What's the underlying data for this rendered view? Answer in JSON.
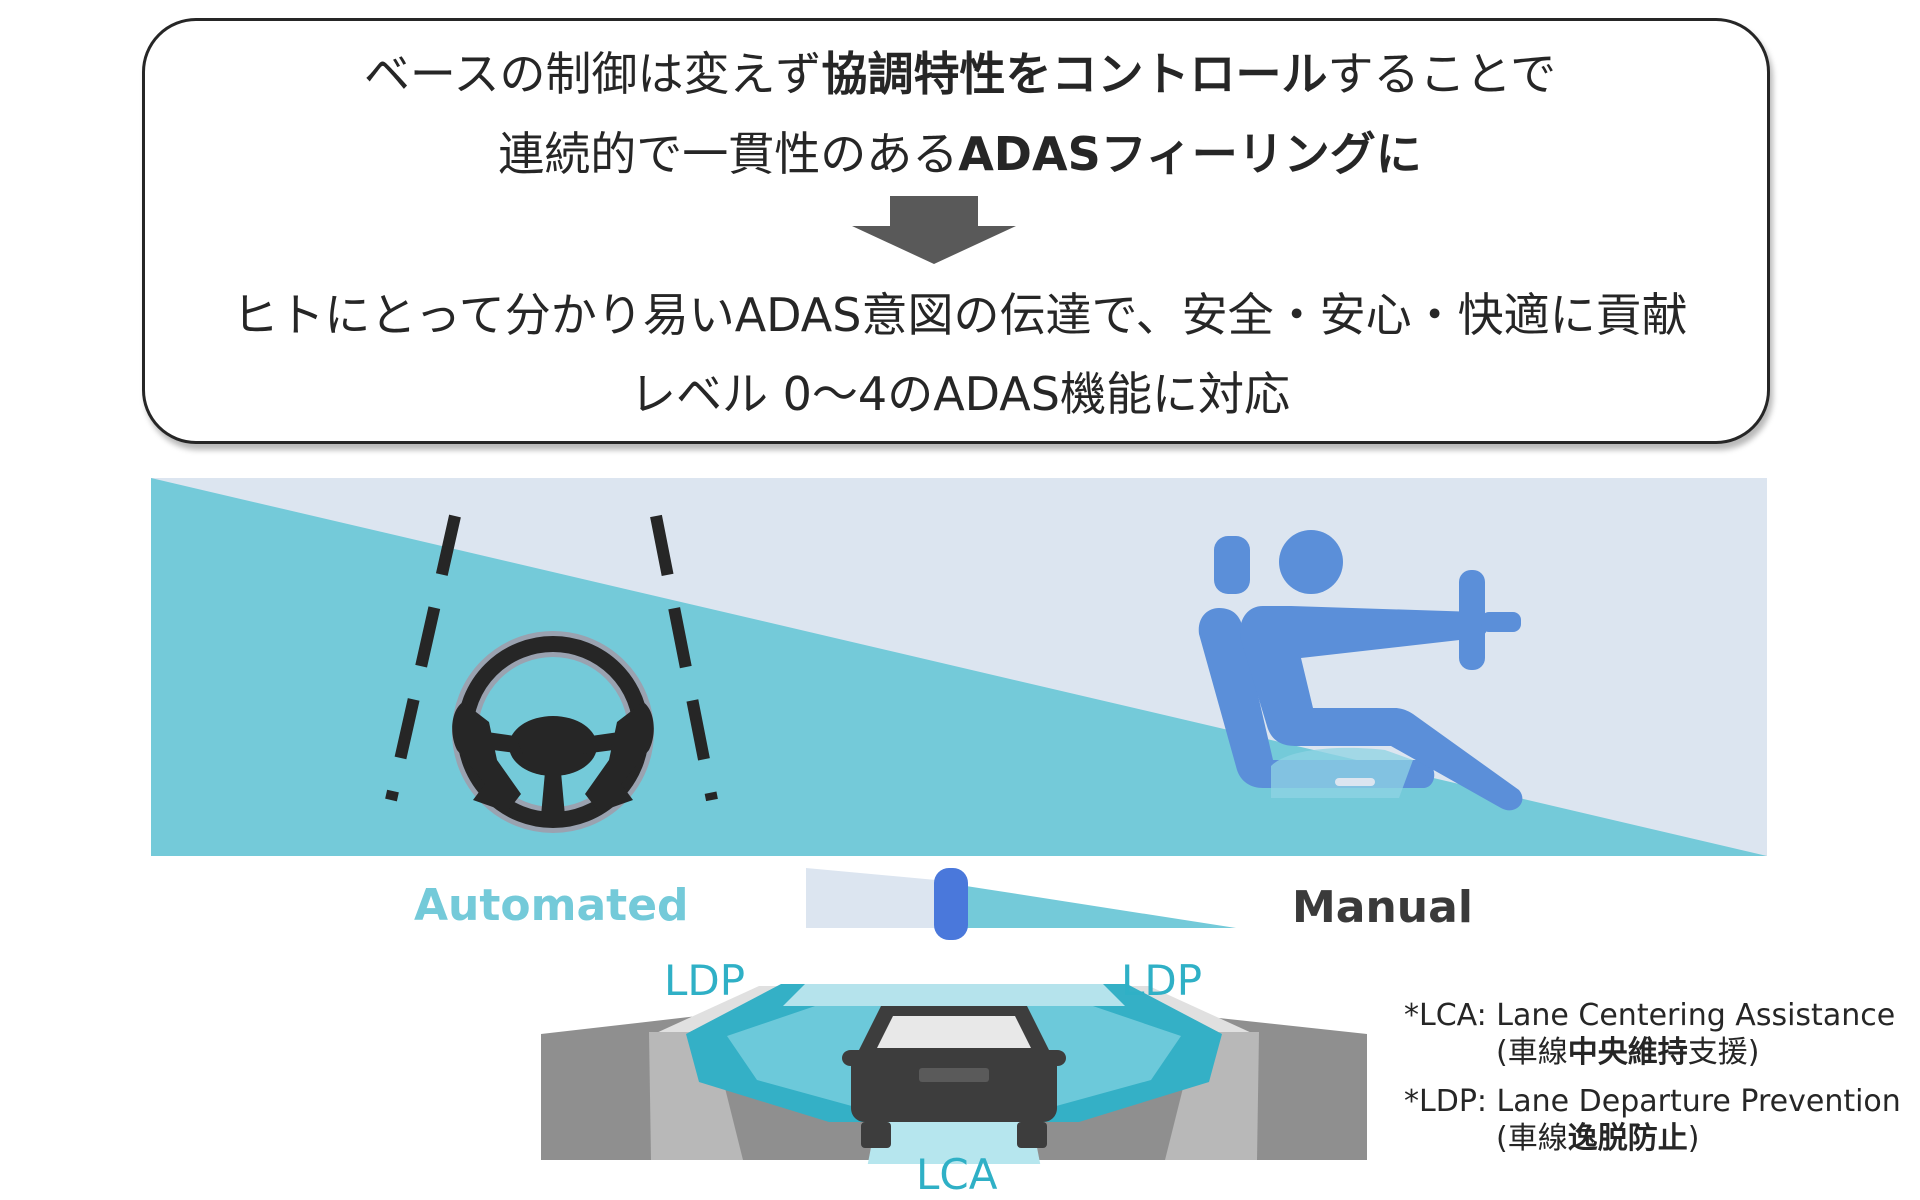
{
  "message": {
    "line1": {
      "pre": "ベースの制御は変えず",
      "bold": "協調特性をコントロール",
      "post": "することで"
    },
    "line2": {
      "pre": "連続的で一貫性のある",
      "bold": "ADASフィーリングに"
    },
    "line3": "ヒトにとって分かり易いADAS意図の伝達で、安全・安心・快適に貢献",
    "line4": "レベル 0～4のADAS機能に対応"
  },
  "slider": {
    "left_label": "Automated",
    "right_label": "Manual"
  },
  "road": {
    "ldp_left": "LDP",
    "ldp_right": "LDP",
    "lca": "LCA"
  },
  "notes": {
    "lca_line1": "*LCA: Lane Centering Assistance",
    "lca_line2": {
      "pre": "(車線",
      "bold": "中央維持",
      "post": "支援)"
    },
    "ldp_line1": "*LDP: Lane Departure Prevention",
    "ldp_line2": {
      "pre": "(車線",
      "bold": "逸脱防止",
      "post": ")"
    }
  },
  "icons": {
    "automated": "hands-on-steering-wheel-icon",
    "manual": "seated-driver-icon",
    "car": "car-rear-icon",
    "arrow": "down-arrow-icon"
  },
  "colors": {
    "automated": "#74cad9",
    "manual_background": "#dce5f0",
    "driver_icon": "#5b8fd9",
    "slider_knob": "#4a78db",
    "road_label": "#2fb0c6",
    "dark_text": "#262626"
  }
}
